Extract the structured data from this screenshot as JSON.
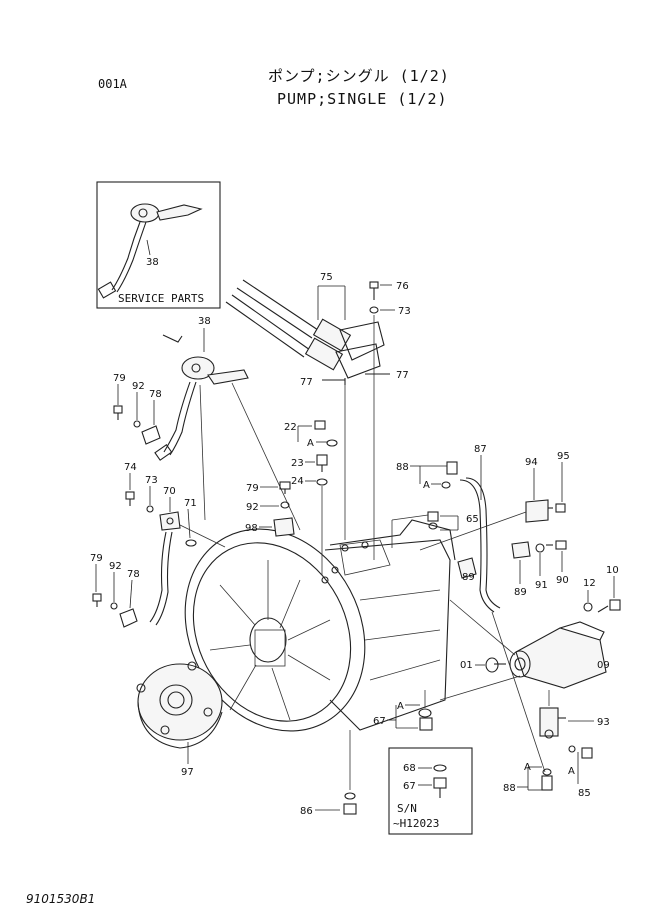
{
  "header": {
    "code": "001A",
    "title_jp": "ポンプ;シングル (1/2)",
    "title_en": "PUMP;SINGLE (1/2)"
  },
  "footer": {
    "drawing_number": "9101530B1"
  },
  "inset_service": {
    "label": "SERVICE PARTS",
    "part": "38"
  },
  "inset_sn": {
    "sn_label": "S/N",
    "sn_range": "~H12023",
    "parts": [
      "68",
      "67"
    ]
  },
  "callouts": {
    "p38a": "38",
    "p38b": "38",
    "p75": "75",
    "p76": "76",
    "p73a": "73",
    "p77a": "77",
    "p77b": "77",
    "p79a": "79",
    "p92a": "92",
    "p78a": "78",
    "p74": "74",
    "p73b": "73",
    "p70": "70",
    "p71": "71",
    "p79b": "79",
    "p92b": "92",
    "p78b": "78",
    "p22": "22",
    "p23": "23",
    "p24": "24",
    "p79c": "79",
    "p92c": "92",
    "p98": "98",
    "p87": "87",
    "p88a": "88",
    "p94": "94",
    "p95": "95",
    "p65": "65",
    "p89a": "89",
    "p89b": "89",
    "p91": "91",
    "p90": "90",
    "p12": "12",
    "p10": "10",
    "p01": "01",
    "p09": "09",
    "p93": "93",
    "p67": "67",
    "p97": "97",
    "p86": "86",
    "p88b": "88",
    "p85": "85",
    "refA1": "A",
    "refA2": "A",
    "refA3": "A",
    "refA4": "A",
    "refA5": "A"
  }
}
